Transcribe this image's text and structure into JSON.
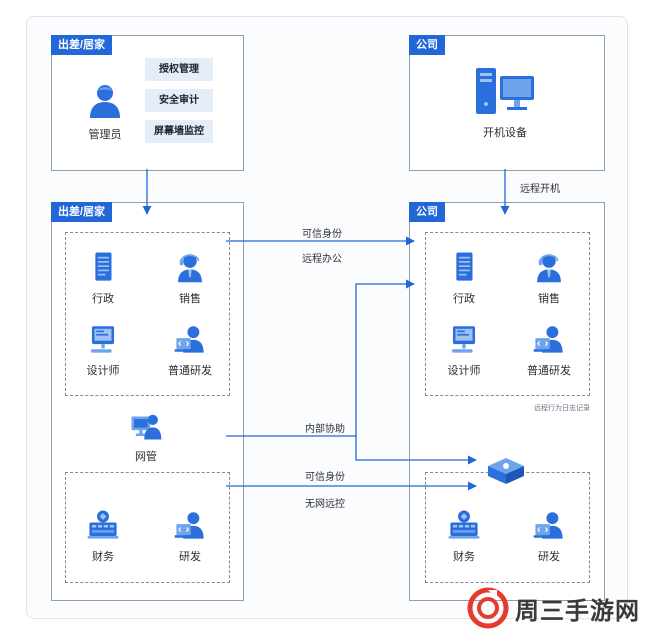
{
  "zones": {
    "top_left": "出差/居家",
    "top_right": "公司",
    "bottom_left": "出差/居家",
    "bottom_right": "公司"
  },
  "admin": {
    "label": "管理员",
    "features": [
      "授权管理",
      "安全审计",
      "屏幕墙监控"
    ]
  },
  "office_pc": {
    "label": "开机设备"
  },
  "roles": {
    "admin_staff": "行政",
    "sales": "销售",
    "designer": "设计师",
    "developer": "普通研发",
    "network_admin": "网管",
    "finance": "财务",
    "rnd": "研发"
  },
  "connections": {
    "remote_boot": "远程开机",
    "trusted_identity_1": "可信身份",
    "remote_office": "远程办公",
    "internal_assist": "内部协助",
    "trusted_identity_2": "可信身份",
    "offline_remote": "无网远控"
  },
  "note": "远程行为日志记录",
  "watermark": {
    "brand": "周三手游网"
  },
  "colors": {
    "primary": "#2167d8",
    "icon_blue": "#2a6fdc",
    "icon_light": "#6fa3ee",
    "border": "#8fa0b5",
    "pill_bg": "#e5edf8",
    "watermark_red": "#e53b2f"
  },
  "icons": {
    "admin": "person-icon",
    "office_pc": "desktop-computer-icon",
    "admin_staff": "document-icon",
    "sales": "person-headset-icon",
    "designer": "monitor-icon",
    "developer": "developer-person-icon",
    "network_admin": "network-admin-icon",
    "finance": "finance-device-icon",
    "rnd": "developer-person-icon",
    "hardware": "remote-control-box-icon"
  }
}
